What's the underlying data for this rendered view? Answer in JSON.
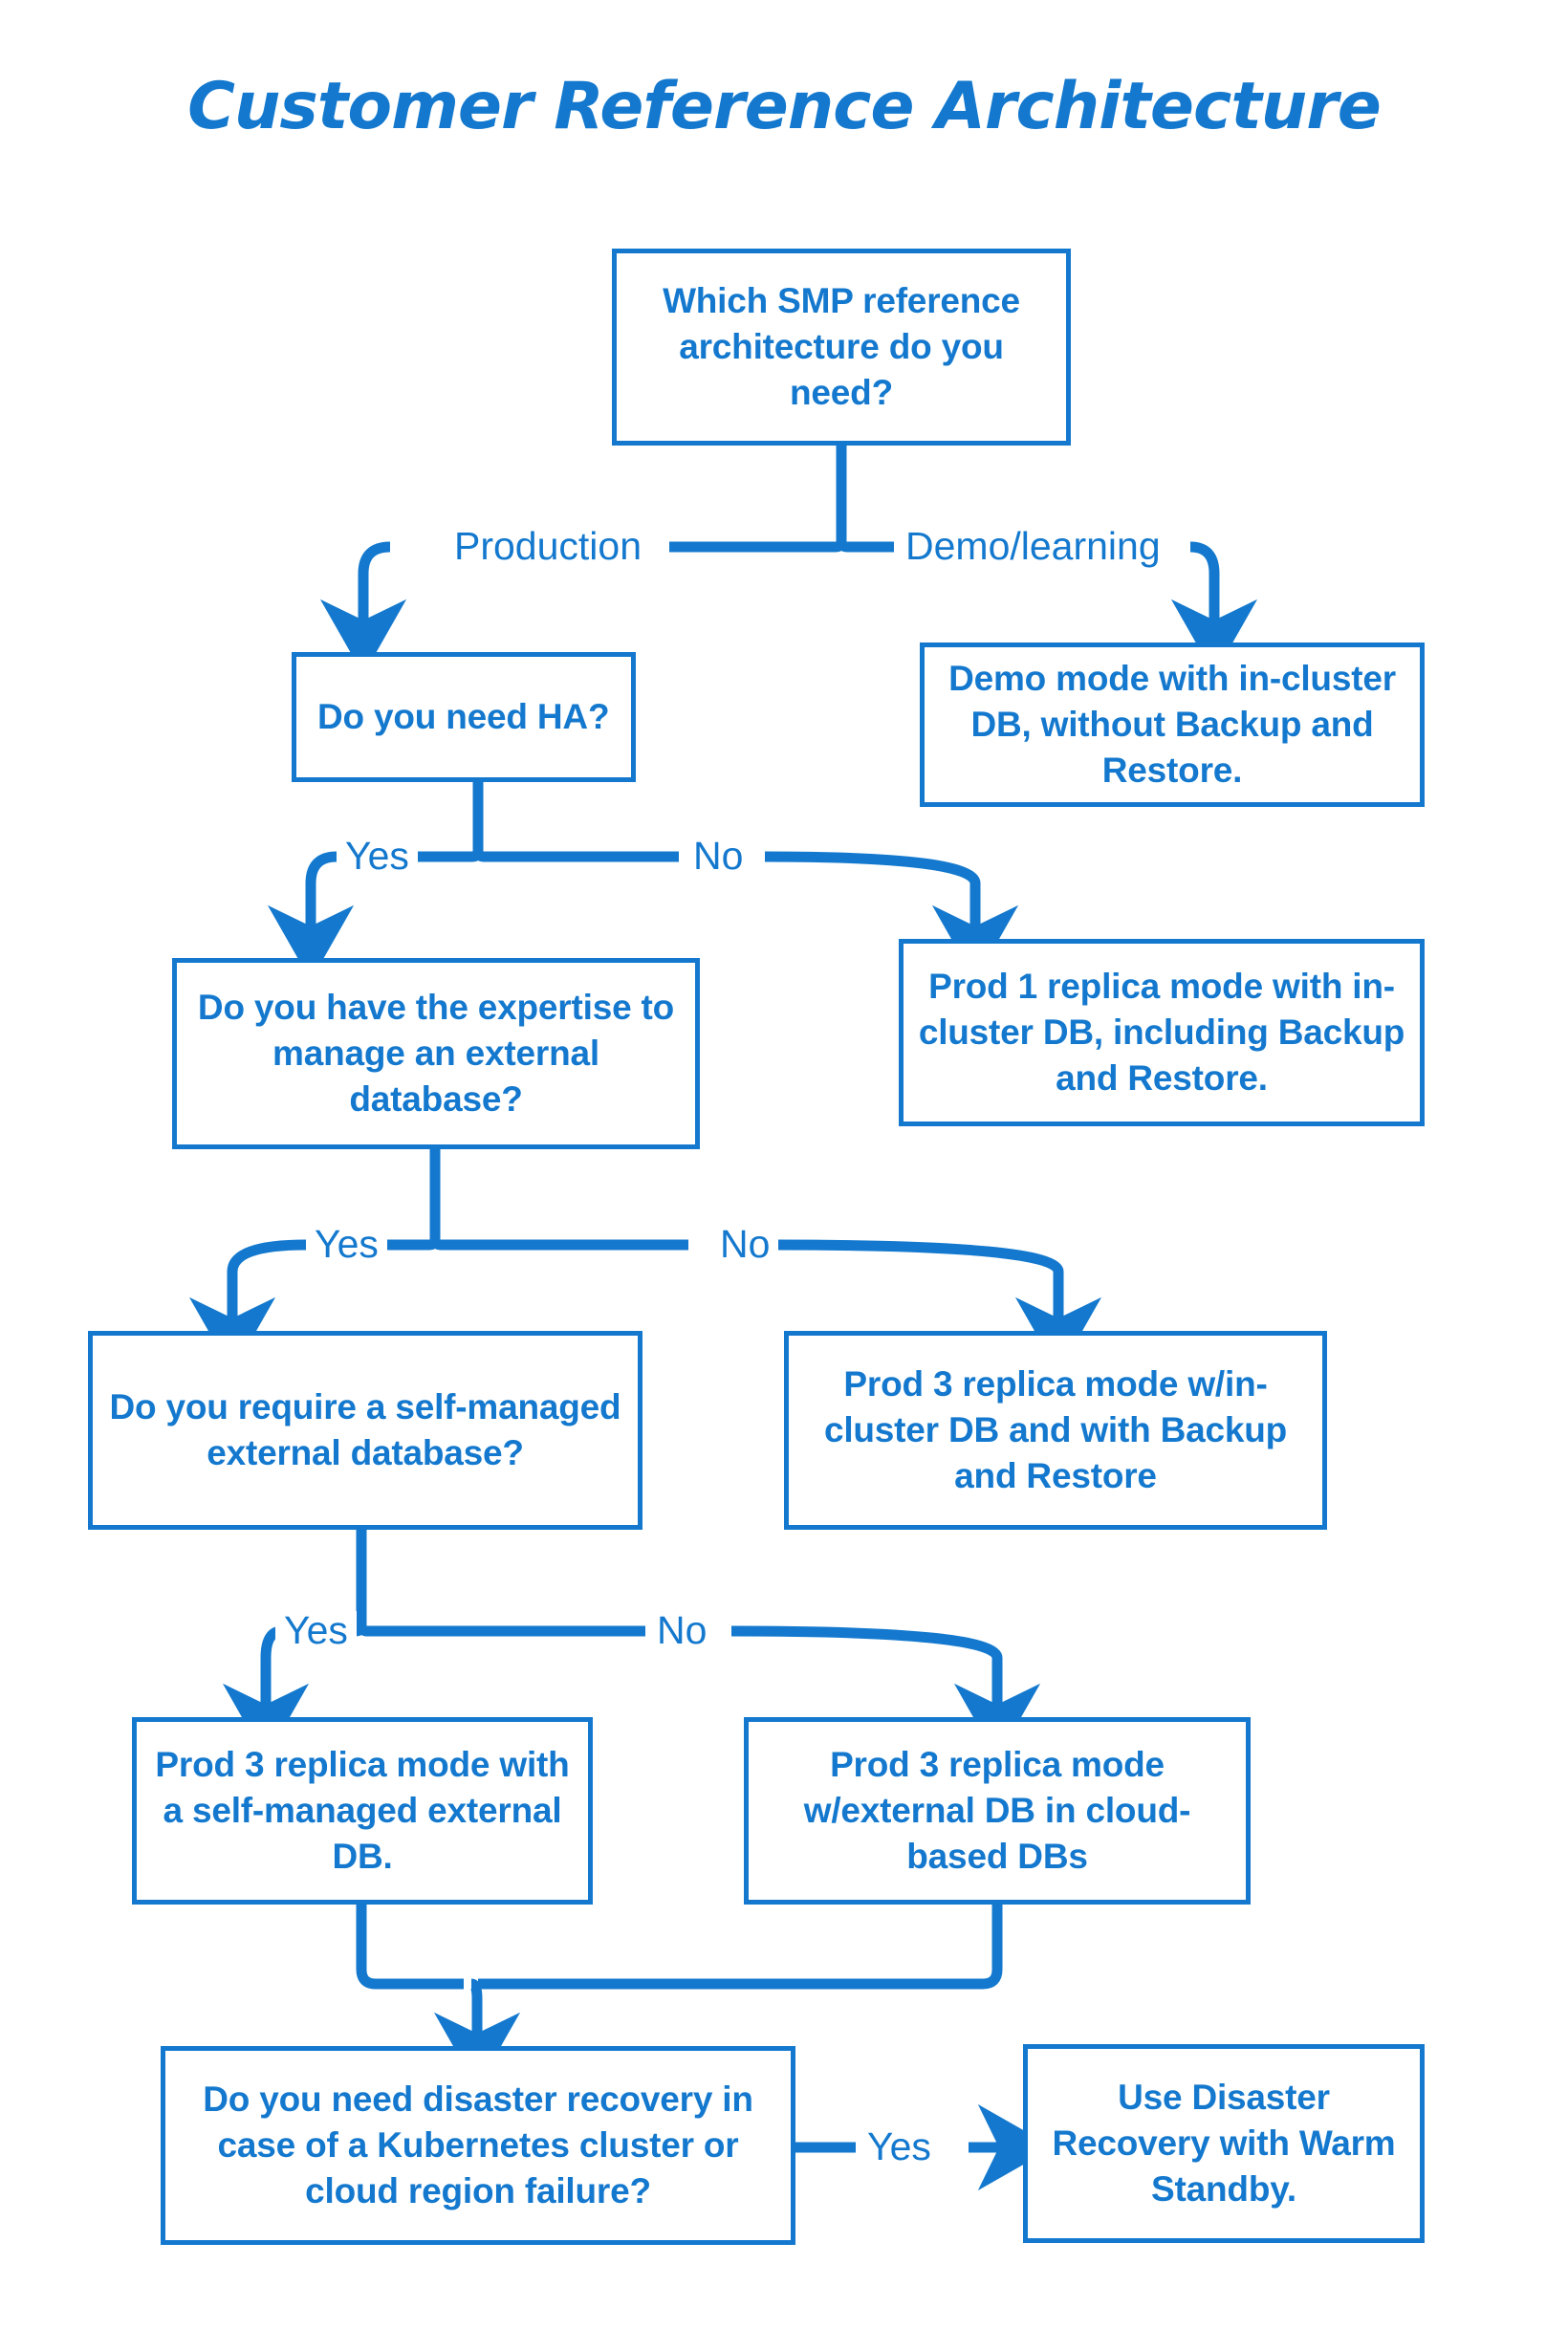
{
  "diagram": {
    "title": "Customer Reference Architecture",
    "accent_color": "#1479ce",
    "background_color": "#ffffff",
    "type": "flowchart"
  },
  "nodes": {
    "q_root": {
      "id": "q_root",
      "kind": "decision",
      "text": "Which SMP reference architecture do you need?"
    },
    "q_ha": {
      "id": "q_ha",
      "kind": "decision",
      "text": "Do you need HA?"
    },
    "r_demo": {
      "id": "r_demo",
      "kind": "result",
      "text": "Demo mode with in-cluster DB, without Backup and Restore."
    },
    "q_exp": {
      "id": "q_exp",
      "kind": "decision",
      "text": "Do you have the expertise to manage an external database?"
    },
    "r_prod1": {
      "id": "r_prod1",
      "kind": "result",
      "text": "Prod 1 replica mode with in-cluster DB, including Backup and Restore."
    },
    "q_self": {
      "id": "q_self",
      "kind": "decision",
      "text": "Do you require a self-managed external database?"
    },
    "r_prod3_inc": {
      "id": "r_prod3_inc",
      "kind": "result",
      "text": "Prod 3 replica mode w/in-cluster DB and with Backup and Restore"
    },
    "r_prod3_self": {
      "id": "r_prod3_self",
      "kind": "result",
      "text": "Prod 3 replica mode with a self-managed external DB."
    },
    "r_prod3_cloud": {
      "id": "r_prod3_cloud",
      "kind": "result",
      "text": "Prod 3 replica mode w/external DB in cloud-based DBs"
    },
    "q_dr": {
      "id": "q_dr",
      "kind": "decision",
      "text": "Do you need disaster recovery in case of a Kubernetes cluster or cloud region failure?"
    },
    "r_dr": {
      "id": "r_dr",
      "kind": "result",
      "text": "Use Disaster Recovery with Warm Standby."
    }
  },
  "edges": {
    "root_production": {
      "from": "q_root",
      "to": "q_ha",
      "label": "Production"
    },
    "root_demo": {
      "from": "q_root",
      "to": "r_demo",
      "label": "Demo/learning"
    },
    "ha_yes": {
      "from": "q_ha",
      "to": "q_exp",
      "label": "Yes"
    },
    "ha_no": {
      "from": "q_ha",
      "to": "r_prod1",
      "label": "No"
    },
    "exp_yes": {
      "from": "q_exp",
      "to": "q_self",
      "label": "Yes"
    },
    "exp_no": {
      "from": "q_exp",
      "to": "r_prod3_inc",
      "label": "No"
    },
    "self_yes": {
      "from": "q_self",
      "to": "r_prod3_self",
      "label": "Yes"
    },
    "self_no": {
      "from": "q_self",
      "to": "r_prod3_cloud",
      "label": "No"
    },
    "merge_to_dr": {
      "from": "r_prod3_self,r_prod3_cloud",
      "to": "q_dr",
      "label": ""
    },
    "dr_yes": {
      "from": "q_dr",
      "to": "r_dr",
      "label": "Yes"
    }
  }
}
